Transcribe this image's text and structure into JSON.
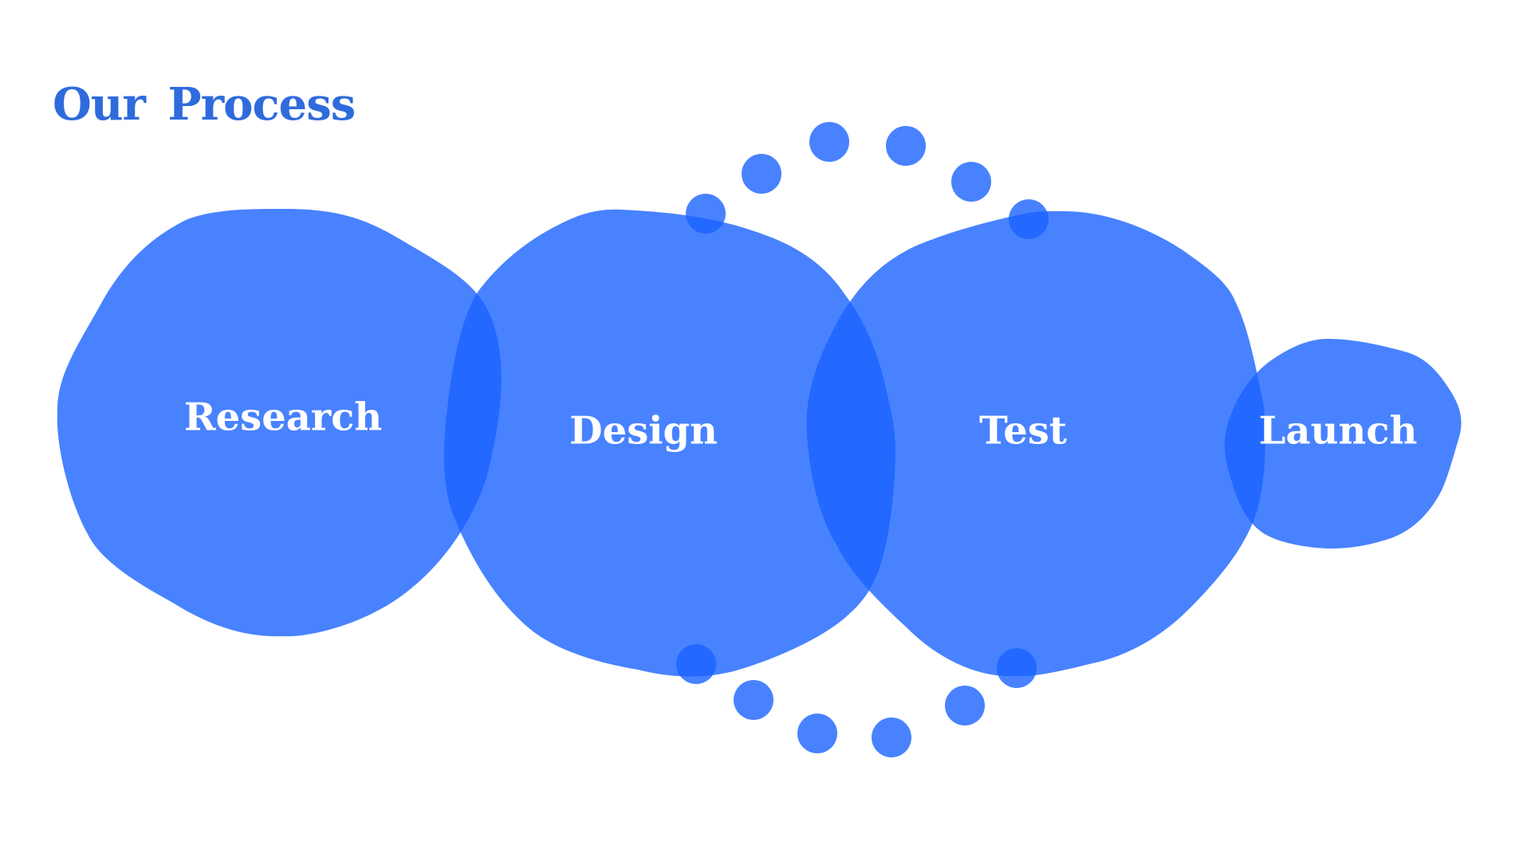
{
  "title": "Our Process",
  "colors": {
    "title": "#2f6bdc",
    "shape_fill": "#1a63ff",
    "label_text": "#ffffff",
    "background": "#ffffff"
  },
  "steps": [
    {
      "label": "Research"
    },
    {
      "label": "Design"
    },
    {
      "label": "Test"
    },
    {
      "label": "Launch"
    }
  ],
  "decorations": {
    "arc_top_dots": 6,
    "arc_bottom_dots": 6
  }
}
